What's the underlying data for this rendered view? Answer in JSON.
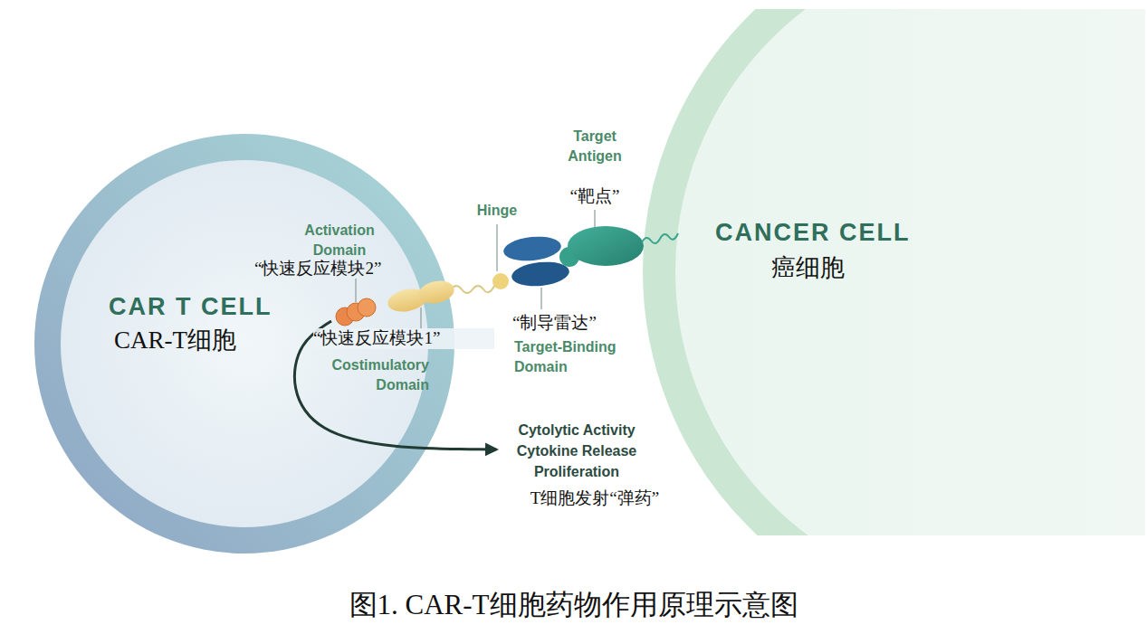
{
  "diagram": {
    "caption": "图1. CAR-T细胞药物作用原理示意图",
    "nodes": [
      {
        "text": [
          "CAR T CELL",
          "CAR-T细胞"
        ]
      },
      {
        "text": [
          "CANCER CELL",
          "癌细胞"
        ]
      }
    ],
    "labels": [
      "Target Antigen",
      "“靶点”",
      "Hinge",
      "Activation Domain",
      "“快速反应模块2”",
      "“快速反应模块1”",
      "Costimulatory Domain",
      "“制导雷达”",
      "Target-Binding Domain",
      "Cytolytic Activity Cytokine Release Proliferation",
      "T细胞发射“弹药”"
    ]
  }
}
